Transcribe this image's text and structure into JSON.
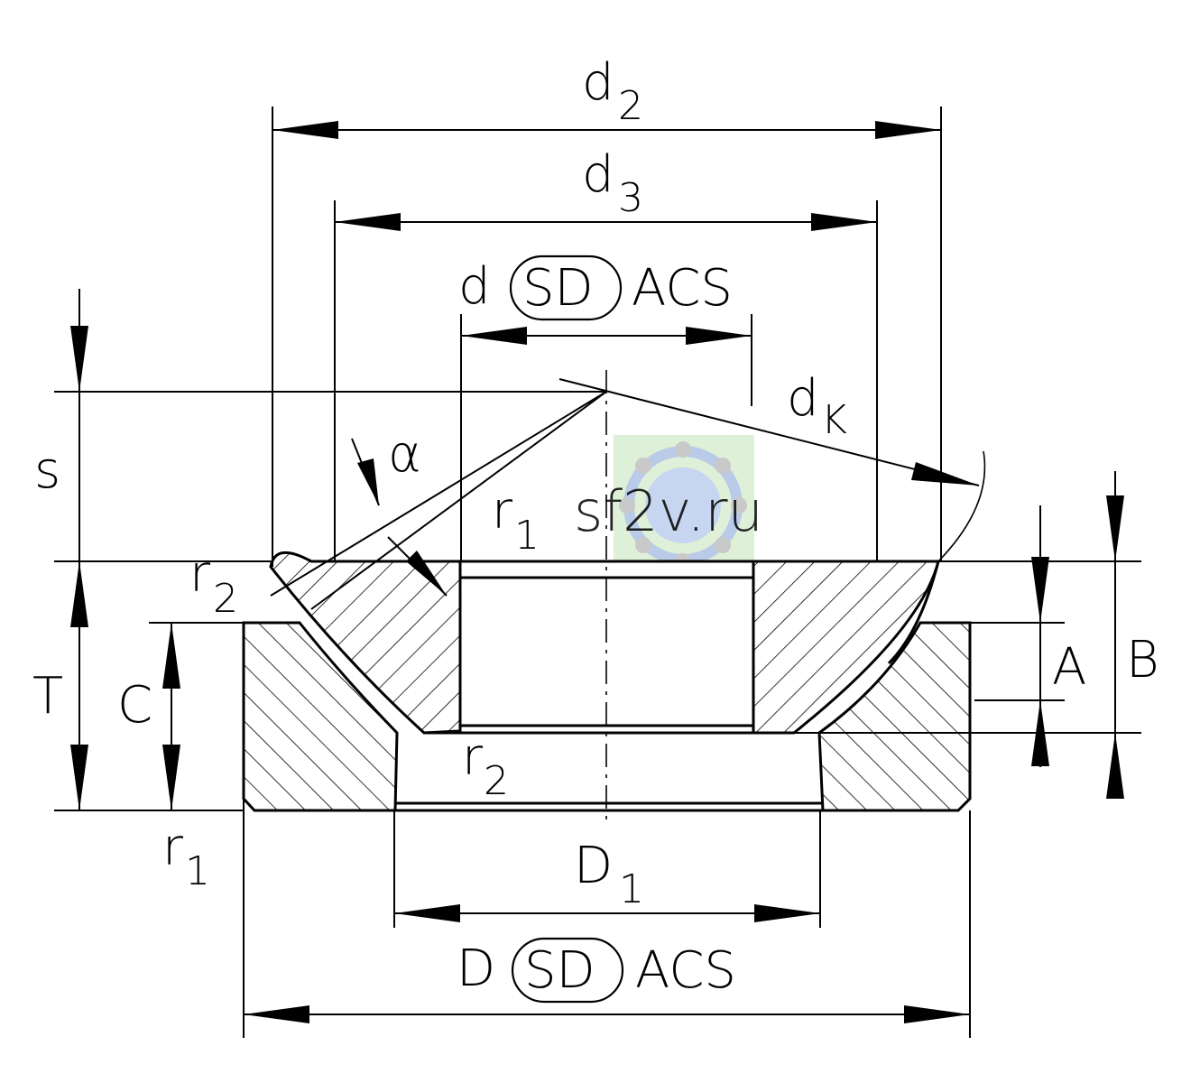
{
  "labels": {
    "d2": {
      "main": "d",
      "sub": "2"
    },
    "d3": {
      "main": "d",
      "sub": "3"
    },
    "d": {
      "main": "d",
      "tol": "SD",
      "suffix": "ACS"
    },
    "dK": {
      "main": "d",
      "sub": "K"
    },
    "s": "s",
    "alpha": "α",
    "r1_top": {
      "main": "r",
      "sub": "1"
    },
    "r2_left": {
      "main": "r",
      "sub": "2"
    },
    "T": "T",
    "C": "C",
    "A": "A",
    "B": "B",
    "r2_bottom": {
      "main": "r",
      "sub": "2"
    },
    "r1_bottom": {
      "main": "r",
      "sub": "1"
    },
    "D1": {
      "main": "D",
      "sub": "1"
    },
    "D": {
      "main": "D",
      "tol": "SD",
      "suffix": "ACS"
    }
  },
  "watermark": {
    "text": "sf2v.ru"
  },
  "colors": {
    "line": "#000000",
    "watermark_text": "#5b86d6",
    "watermark_bg": "#dff0d8",
    "watermark_ring": "#b9cbe8"
  }
}
